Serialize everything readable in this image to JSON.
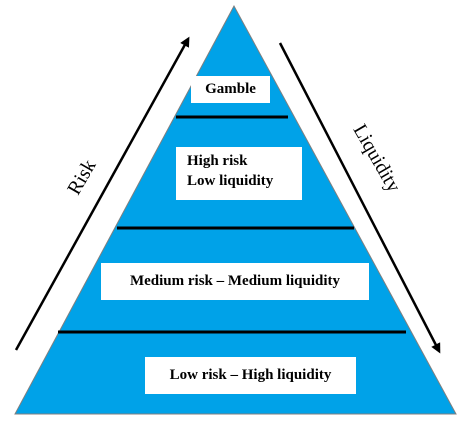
{
  "colors": {
    "pyramid_fill": "#00A2E8",
    "outline": "#000000",
    "label_background": "#FFFFFF"
  },
  "pyramid": {
    "tiers": [
      {
        "id": "gamble",
        "lines": [
          "Gamble"
        ]
      },
      {
        "id": "high",
        "lines": [
          "High risk",
          "Low liquidity"
        ]
      },
      {
        "id": "medium",
        "lines": [
          "Medium risk – Medium liquidity"
        ]
      },
      {
        "id": "low",
        "lines": [
          "Low risk – High liquidity"
        ]
      }
    ]
  },
  "axes": {
    "left": {
      "label": "Risk",
      "direction": "up"
    },
    "right": {
      "label": "Liquidity",
      "direction": "down"
    }
  }
}
